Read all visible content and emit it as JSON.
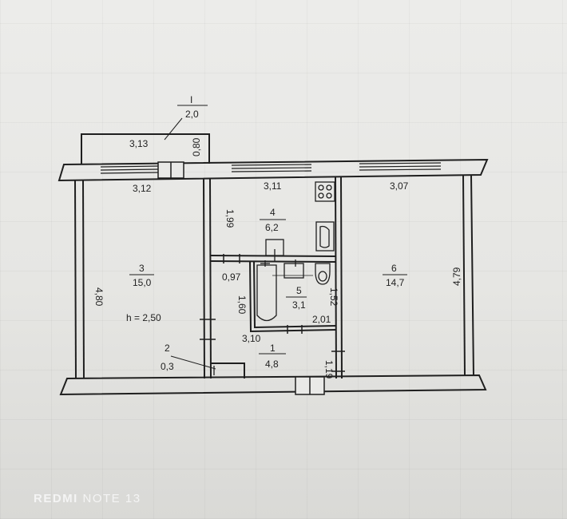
{
  "plan": {
    "balcony": {
      "number": "I",
      "area": "2,0",
      "length": "3,13",
      "width": "0,80"
    },
    "room3": {
      "number": "3",
      "area": "15,0",
      "width": "3,12",
      "length": "4,80",
      "height": "h = 2,50"
    },
    "room4": {
      "number": "4",
      "area": "6,2",
      "width": "3,11",
      "depth": "1,99"
    },
    "room5": {
      "number": "5",
      "area": "3,1",
      "height_dim": "1,52",
      "width": "2,01"
    },
    "room6": {
      "number": "6",
      "area": "14,7",
      "width": "3,07",
      "length": "4,79"
    },
    "room1": {
      "number": "1",
      "area": "4,8",
      "width": "3,10",
      "depth": "1,19"
    },
    "room2": {
      "number": "2",
      "area": "0,3"
    },
    "dims": {
      "d097": "0,97",
      "d160": "1,60"
    }
  },
  "watermark": {
    "brand": "REDMI",
    "model": "NOTE 13"
  }
}
